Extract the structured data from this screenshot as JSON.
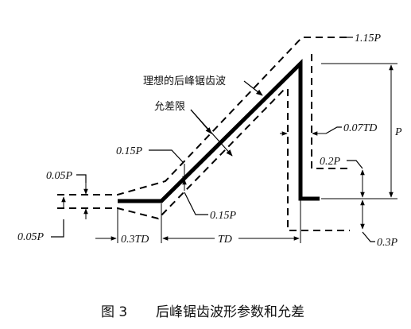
{
  "labels": {
    "p115": "1.15P",
    "p": "P",
    "p007td": "0.07TD",
    "p02": "0.2P",
    "p03": "0.3P",
    "p015_upper": "0.15P",
    "p015_lower": "0.15P",
    "p005_upper": "0.05P",
    "p005_lower": "0.05P",
    "p03td": "0.3TD",
    "td": "TD",
    "ideal_wave": "理想的后峰锯齿波",
    "tolerance": "允差限"
  },
  "caption": {
    "number": "图 3",
    "title": "后峰锯齿波形参数和允差"
  }
}
